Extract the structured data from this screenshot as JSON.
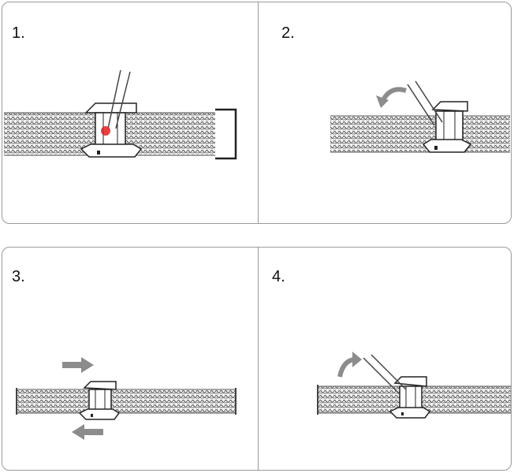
{
  "steps": [
    {
      "number": "1."
    },
    {
      "number": "2."
    },
    {
      "number": "3."
    },
    {
      "number": "4."
    }
  ],
  "icons": {
    "mesh_band": "mesh-band-icon",
    "buckle": "buckle-icon",
    "tool": "pin-tool-icon",
    "arrow_curved": "curved-arrow-icon",
    "arrow_straight": "straight-arrow-icon"
  },
  "colors": {
    "border": "#9a9a9a",
    "line": "#333333",
    "mesh_dark": "#555555",
    "highlight": "#e02020",
    "arrow": "#8c8c8c"
  }
}
